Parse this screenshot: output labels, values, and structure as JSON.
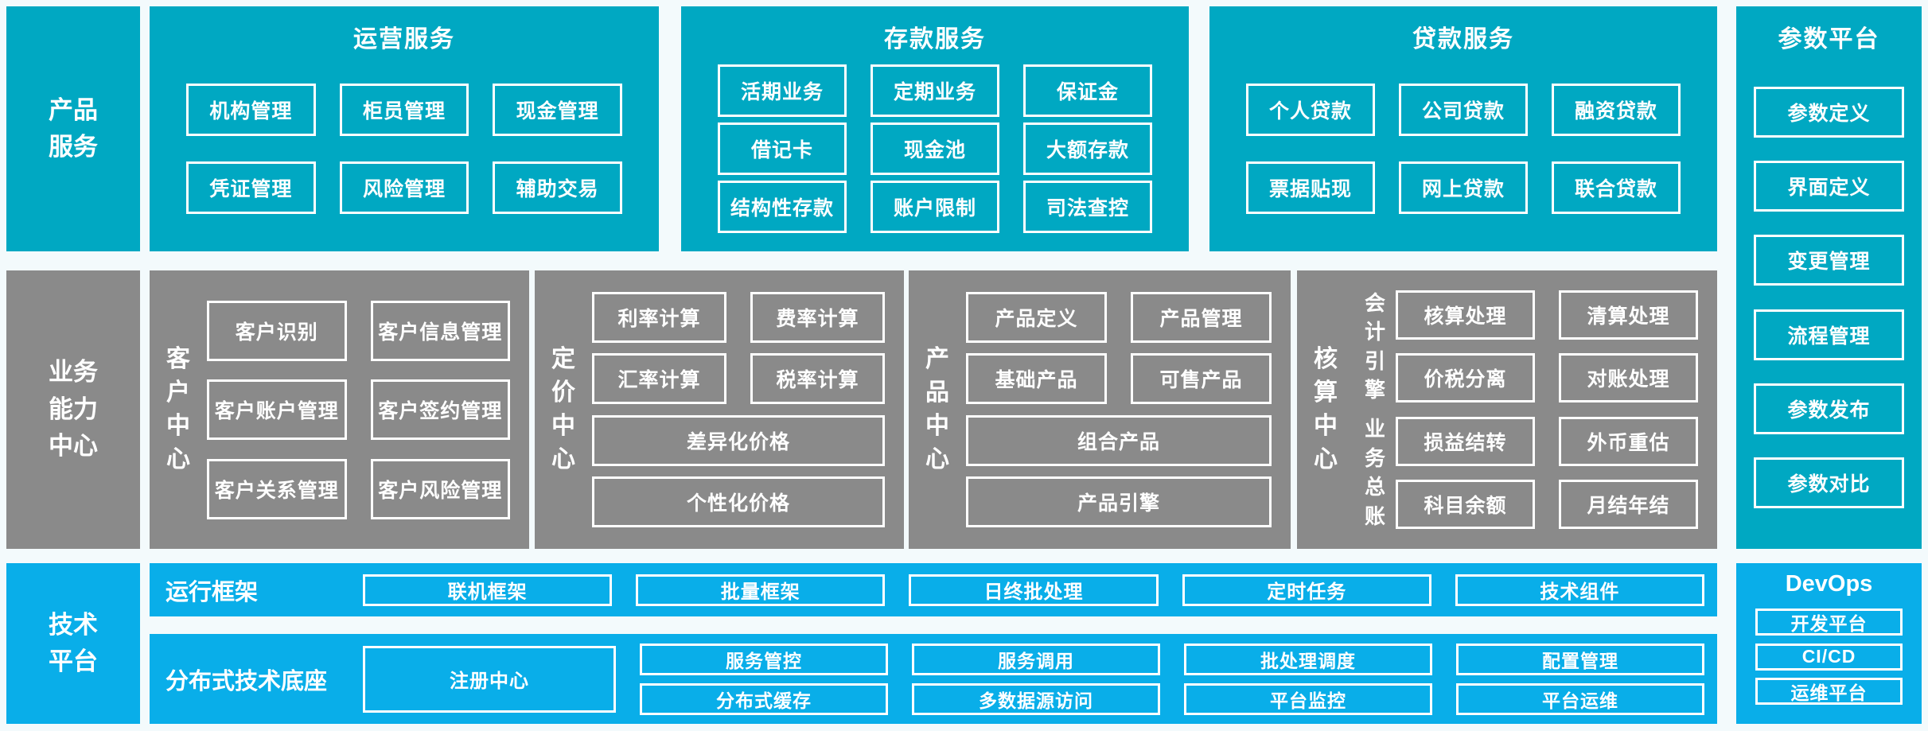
{
  "palette": {
    "teal": "#00a8c2",
    "gray": "#8a8a8a",
    "blue": "#09aee9",
    "background": "#f3fafc",
    "box_border": "#ffffff",
    "text": "#ffffff"
  },
  "sidebar": {
    "product_services": "产品服务",
    "business_center": "业务能力中心",
    "tech_platform": "技术平台"
  },
  "top_sections": [
    {
      "title": "运营服务",
      "rows": [
        [
          "机构管理",
          "柜员管理",
          "现金管理"
        ],
        [
          "凭证管理",
          "风险管理",
          "辅助交易"
        ]
      ]
    },
    {
      "title": "存款服务",
      "rows": [
        [
          "活期业务",
          "定期业务",
          "保证金"
        ],
        [
          "借记卡",
          "现金池",
          "大额存款"
        ],
        [
          "结构性存款",
          "账户限制",
          "司法查控"
        ]
      ]
    },
    {
      "title": "贷款服务",
      "rows": [
        [
          "个人贷款",
          "公司贷款",
          "融资贷款"
        ],
        [
          "票据贴现",
          "网上贷款",
          "联合贷款"
        ]
      ]
    }
  ],
  "param_platform": {
    "title": "参数平台",
    "items": [
      "参数定义",
      "界面定义",
      "变更管理",
      "流程管理",
      "参数发布",
      "参数对比"
    ]
  },
  "middle_sections": [
    {
      "label": "客户中心",
      "rows": [
        [
          "客户识别",
          "客户信息管理"
        ],
        [
          "客户账户管理",
          "客户签约管理"
        ],
        [
          "客户关系管理",
          "客户风险管理"
        ]
      ]
    },
    {
      "label": "定价中心",
      "rows": [
        [
          "利率计算",
          "费率计算"
        ],
        [
          "汇率计算",
          "税率计算"
        ],
        [
          "差异化价格"
        ],
        [
          "个性化价格"
        ]
      ]
    },
    {
      "label": "产品中心",
      "rows": [
        [
          "产品定义",
          "产品管理"
        ],
        [
          "基础产品",
          "可售产品"
        ],
        [
          "组合产品"
        ],
        [
          "产品引擎"
        ]
      ]
    },
    {
      "label": "核算中心",
      "groups": [
        {
          "label": "会计引擎",
          "rows": [
            [
              "核算处理",
              "清算处理"
            ],
            [
              "价税分离",
              "对账处理"
            ]
          ]
        },
        {
          "label": "业务总账",
          "rows": [
            [
              "损益结转",
              "外币重估"
            ],
            [
              "科目余额",
              "月结年结"
            ]
          ]
        }
      ]
    }
  ],
  "bottom": {
    "runtime": {
      "label": "运行框架",
      "boxes": [
        "联机框架",
        "批量框架",
        "日终批处理",
        "定时任务",
        "技术组件"
      ]
    },
    "distributed": {
      "label": "分布式技术底座",
      "registry": "注册中心",
      "columns": [
        [
          "服务管控",
          "分布式缓存"
        ],
        [
          "服务调用",
          "多数据源访问"
        ],
        [
          "批处理调度",
          "平台监控"
        ],
        [
          "配置管理",
          "平台运维"
        ]
      ]
    },
    "devops": {
      "title": "DevOps",
      "items": [
        "开发平台",
        "CI/CD",
        "运维平台"
      ]
    }
  }
}
